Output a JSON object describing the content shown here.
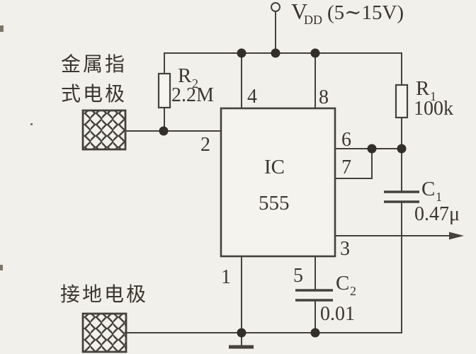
{
  "colors": {
    "paper": "#f2f0ea",
    "ink": "#45423c",
    "junction_dot": "#322f2a",
    "text": "#3a372f"
  },
  "power": {
    "symbol": "V",
    "subscript": "DD",
    "range": "(5∼15V)"
  },
  "ic": {
    "label": "IC",
    "model": "555"
  },
  "pins": {
    "p1": "1",
    "p2": "2",
    "p3": "3",
    "p4": "4",
    "p5": "5",
    "p6": "6",
    "p7": "7",
    "p8": "8"
  },
  "components": {
    "r1": {
      "name": "R",
      "sub": "1",
      "value": "100k"
    },
    "r2": {
      "name": "R",
      "sub": "2",
      "value": "2.2M"
    },
    "c1": {
      "name": "C",
      "sub": "1",
      "value": "0.47μ"
    },
    "c2": {
      "name": "C",
      "sub": "2",
      "value": "0.01"
    }
  },
  "labels": {
    "finger_electrode_line1": "金属指",
    "finger_electrode_line2": "式电极",
    "ground_electrode": "接地电极"
  }
}
